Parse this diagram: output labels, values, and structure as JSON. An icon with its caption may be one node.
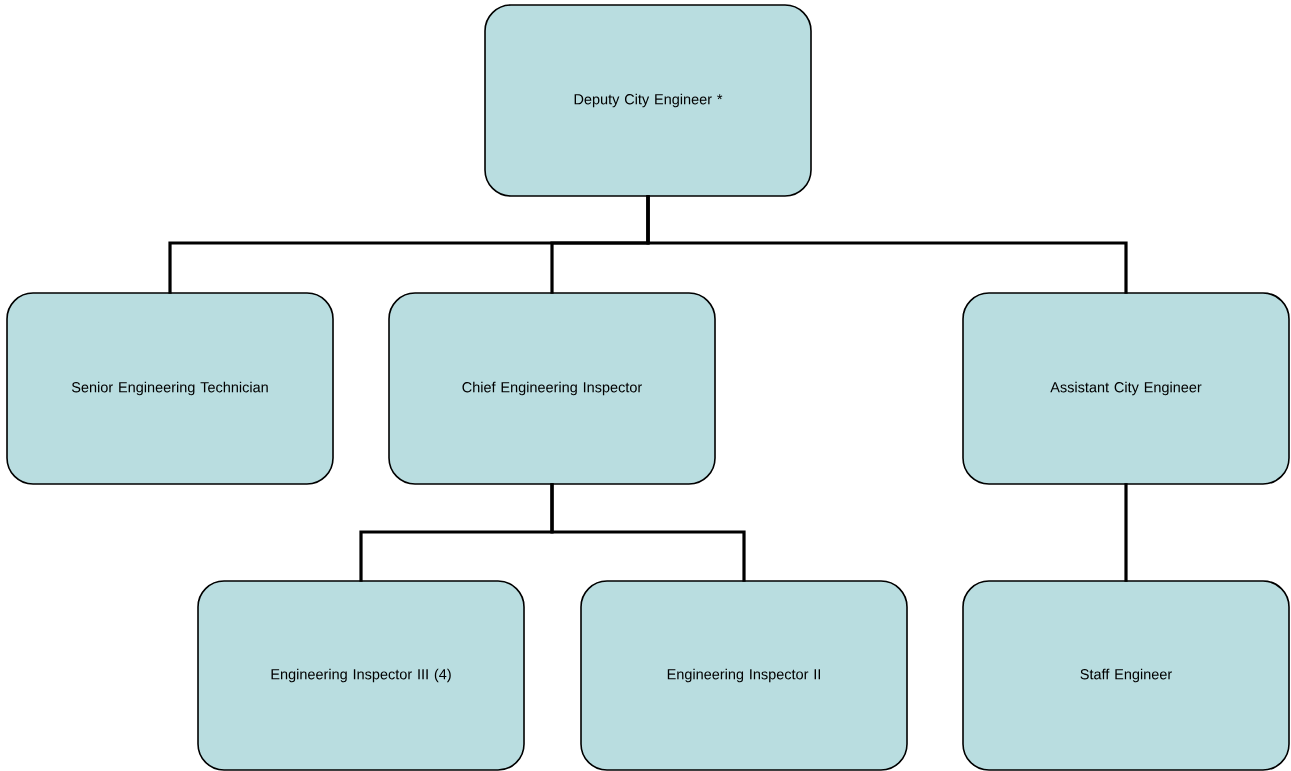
{
  "diagram": {
    "nodes": [
      {
        "text": [
          "Deputy City Engineer *"
        ]
      },
      {
        "text": [
          "Senior Engineering Technician"
        ]
      },
      {
        "text": [
          "Chief Engineering Inspector"
        ]
      },
      {
        "text": [
          "Assistant City Engineer"
        ]
      },
      {
        "text": [
          "Engineering Inspector III (4)"
        ]
      },
      {
        "text": [
          "Engineering Inspector II"
        ]
      },
      {
        "text": [
          "Staff Engineer"
        ]
      }
    ],
    "edges": [
      {
        "from": 0,
        "to": 1,
        "arrow": "none"
      },
      {
        "from": 0,
        "to": 2,
        "arrow": "none"
      },
      {
        "from": 0,
        "to": 3,
        "arrow": "none"
      },
      {
        "from": 2,
        "to": 4,
        "arrow": "none"
      },
      {
        "from": 2,
        "to": 5,
        "arrow": "none"
      },
      {
        "from": 3,
        "to": 6,
        "arrow": "none"
      }
    ]
  }
}
